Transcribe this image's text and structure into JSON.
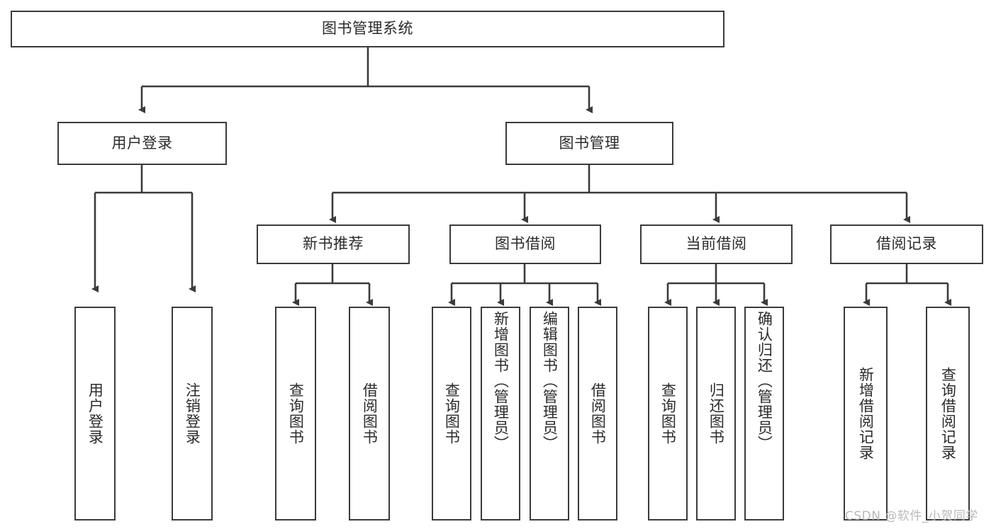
{
  "diagram": {
    "type": "tree",
    "title": "图书管理系统",
    "root": {
      "id": "root",
      "label": "图书管理系统",
      "orientation": "horizontal"
    },
    "level1": [
      {
        "id": "user-login",
        "label": "用户登录",
        "orientation": "horizontal"
      },
      {
        "id": "book-manage",
        "label": "图书管理",
        "orientation": "horizontal"
      }
    ],
    "level2": [
      {
        "id": "new-book-recommend",
        "label": "新书推荐",
        "orientation": "horizontal",
        "parent": "book-manage"
      },
      {
        "id": "book-borrow",
        "label": "图书借阅",
        "orientation": "horizontal",
        "parent": "book-manage"
      },
      {
        "id": "current-borrow",
        "label": "当前借阅",
        "orientation": "horizontal",
        "parent": "book-manage"
      },
      {
        "id": "borrow-record",
        "label": "借阅记录",
        "orientation": "horizontal",
        "parent": "book-manage"
      }
    ],
    "leaves": [
      {
        "id": "leaf-user-login",
        "label": "用户登录",
        "orientation": "vertical",
        "parent": "user-login"
      },
      {
        "id": "leaf-logout",
        "label": "注销登录",
        "orientation": "vertical",
        "parent": "user-login"
      },
      {
        "id": "leaf-query-book-1",
        "label": "查询图书",
        "orientation": "vertical",
        "parent": "new-book-recommend"
      },
      {
        "id": "leaf-borrow-book-1",
        "label": "借阅图书",
        "orientation": "vertical",
        "parent": "new-book-recommend"
      },
      {
        "id": "leaf-query-book-2",
        "label": "查询图书",
        "orientation": "vertical",
        "parent": "book-borrow"
      },
      {
        "id": "leaf-add-book",
        "label": "新增图书（管理员）",
        "orientation": "vertical",
        "parent": "book-borrow"
      },
      {
        "id": "leaf-edit-book",
        "label": "编辑图书（管理员）",
        "orientation": "vertical",
        "parent": "book-borrow"
      },
      {
        "id": "leaf-borrow-book-2",
        "label": "借阅图书",
        "orientation": "vertical",
        "parent": "book-borrow"
      },
      {
        "id": "leaf-query-book-3",
        "label": "查询图书",
        "orientation": "vertical",
        "parent": "current-borrow"
      },
      {
        "id": "leaf-return-book",
        "label": "归还图书",
        "orientation": "vertical",
        "parent": "current-borrow"
      },
      {
        "id": "leaf-confirm-return",
        "label": "确认归还（管理员）",
        "orientation": "vertical",
        "parent": "current-borrow"
      },
      {
        "id": "leaf-add-record",
        "label": "新增借阅记录",
        "orientation": "vertical",
        "parent": "borrow-record"
      },
      {
        "id": "leaf-query-record",
        "label": "查询借阅记录",
        "orientation": "vertical",
        "parent": "borrow-record"
      }
    ]
  },
  "watermark": {
    "text": "CSDN @软件_小贺同学"
  },
  "colors": {
    "box_border": "#3b3b3b",
    "box_fill": "#ffffff",
    "connector": "#3b3b3b",
    "text": "#2b2b2b",
    "watermark": "#b9b9b9",
    "background": "#ffffff"
  }
}
